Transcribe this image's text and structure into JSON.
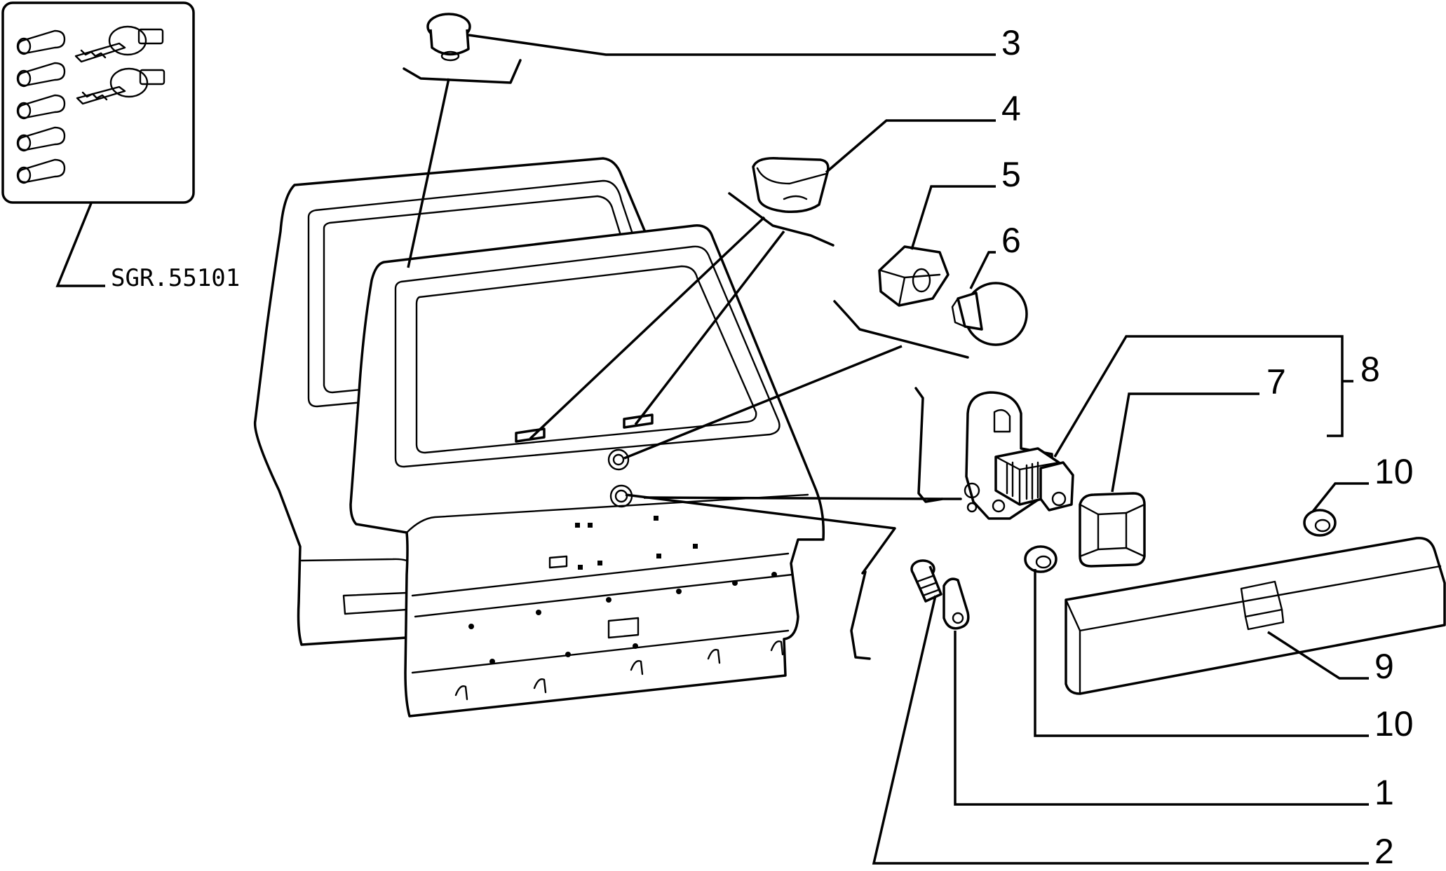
{
  "ref_code": "SGR.55101",
  "callouts": {
    "c1": "1",
    "c2": "2",
    "c3": "3",
    "c4": "4",
    "c5": "5",
    "c6": "6",
    "c7": "7",
    "c8": "8",
    "c9": "9",
    "c10a": "10",
    "c10b": "10"
  }
}
